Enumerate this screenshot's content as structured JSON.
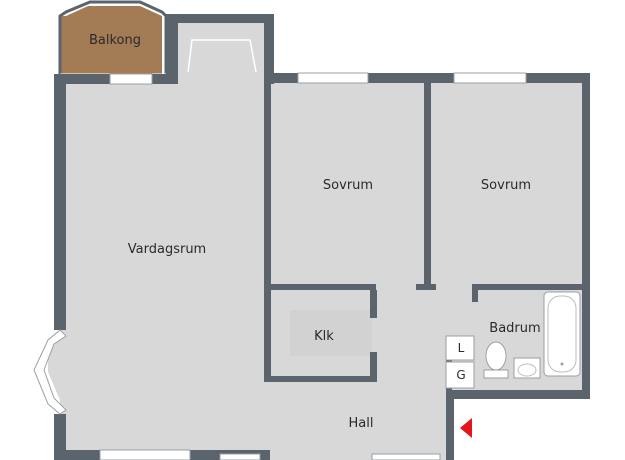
{
  "rooms": {
    "balcony": "Balkong",
    "living_room": "Vardagsrum",
    "bedroom_1": "Sovrum",
    "bedroom_2": "Sovrum",
    "kitchen": "Klk",
    "bathroom": "Badrum",
    "hall": "Hall"
  },
  "closets": {
    "linen": "L",
    "wardrobe": "G"
  },
  "colors": {
    "wall": "#5b636c",
    "floor": "#d8d8d8",
    "balcony": "#a37b55",
    "entrance_marker": "#e3161b"
  },
  "icons": {
    "entrance": "entrance-arrow-icon"
  }
}
